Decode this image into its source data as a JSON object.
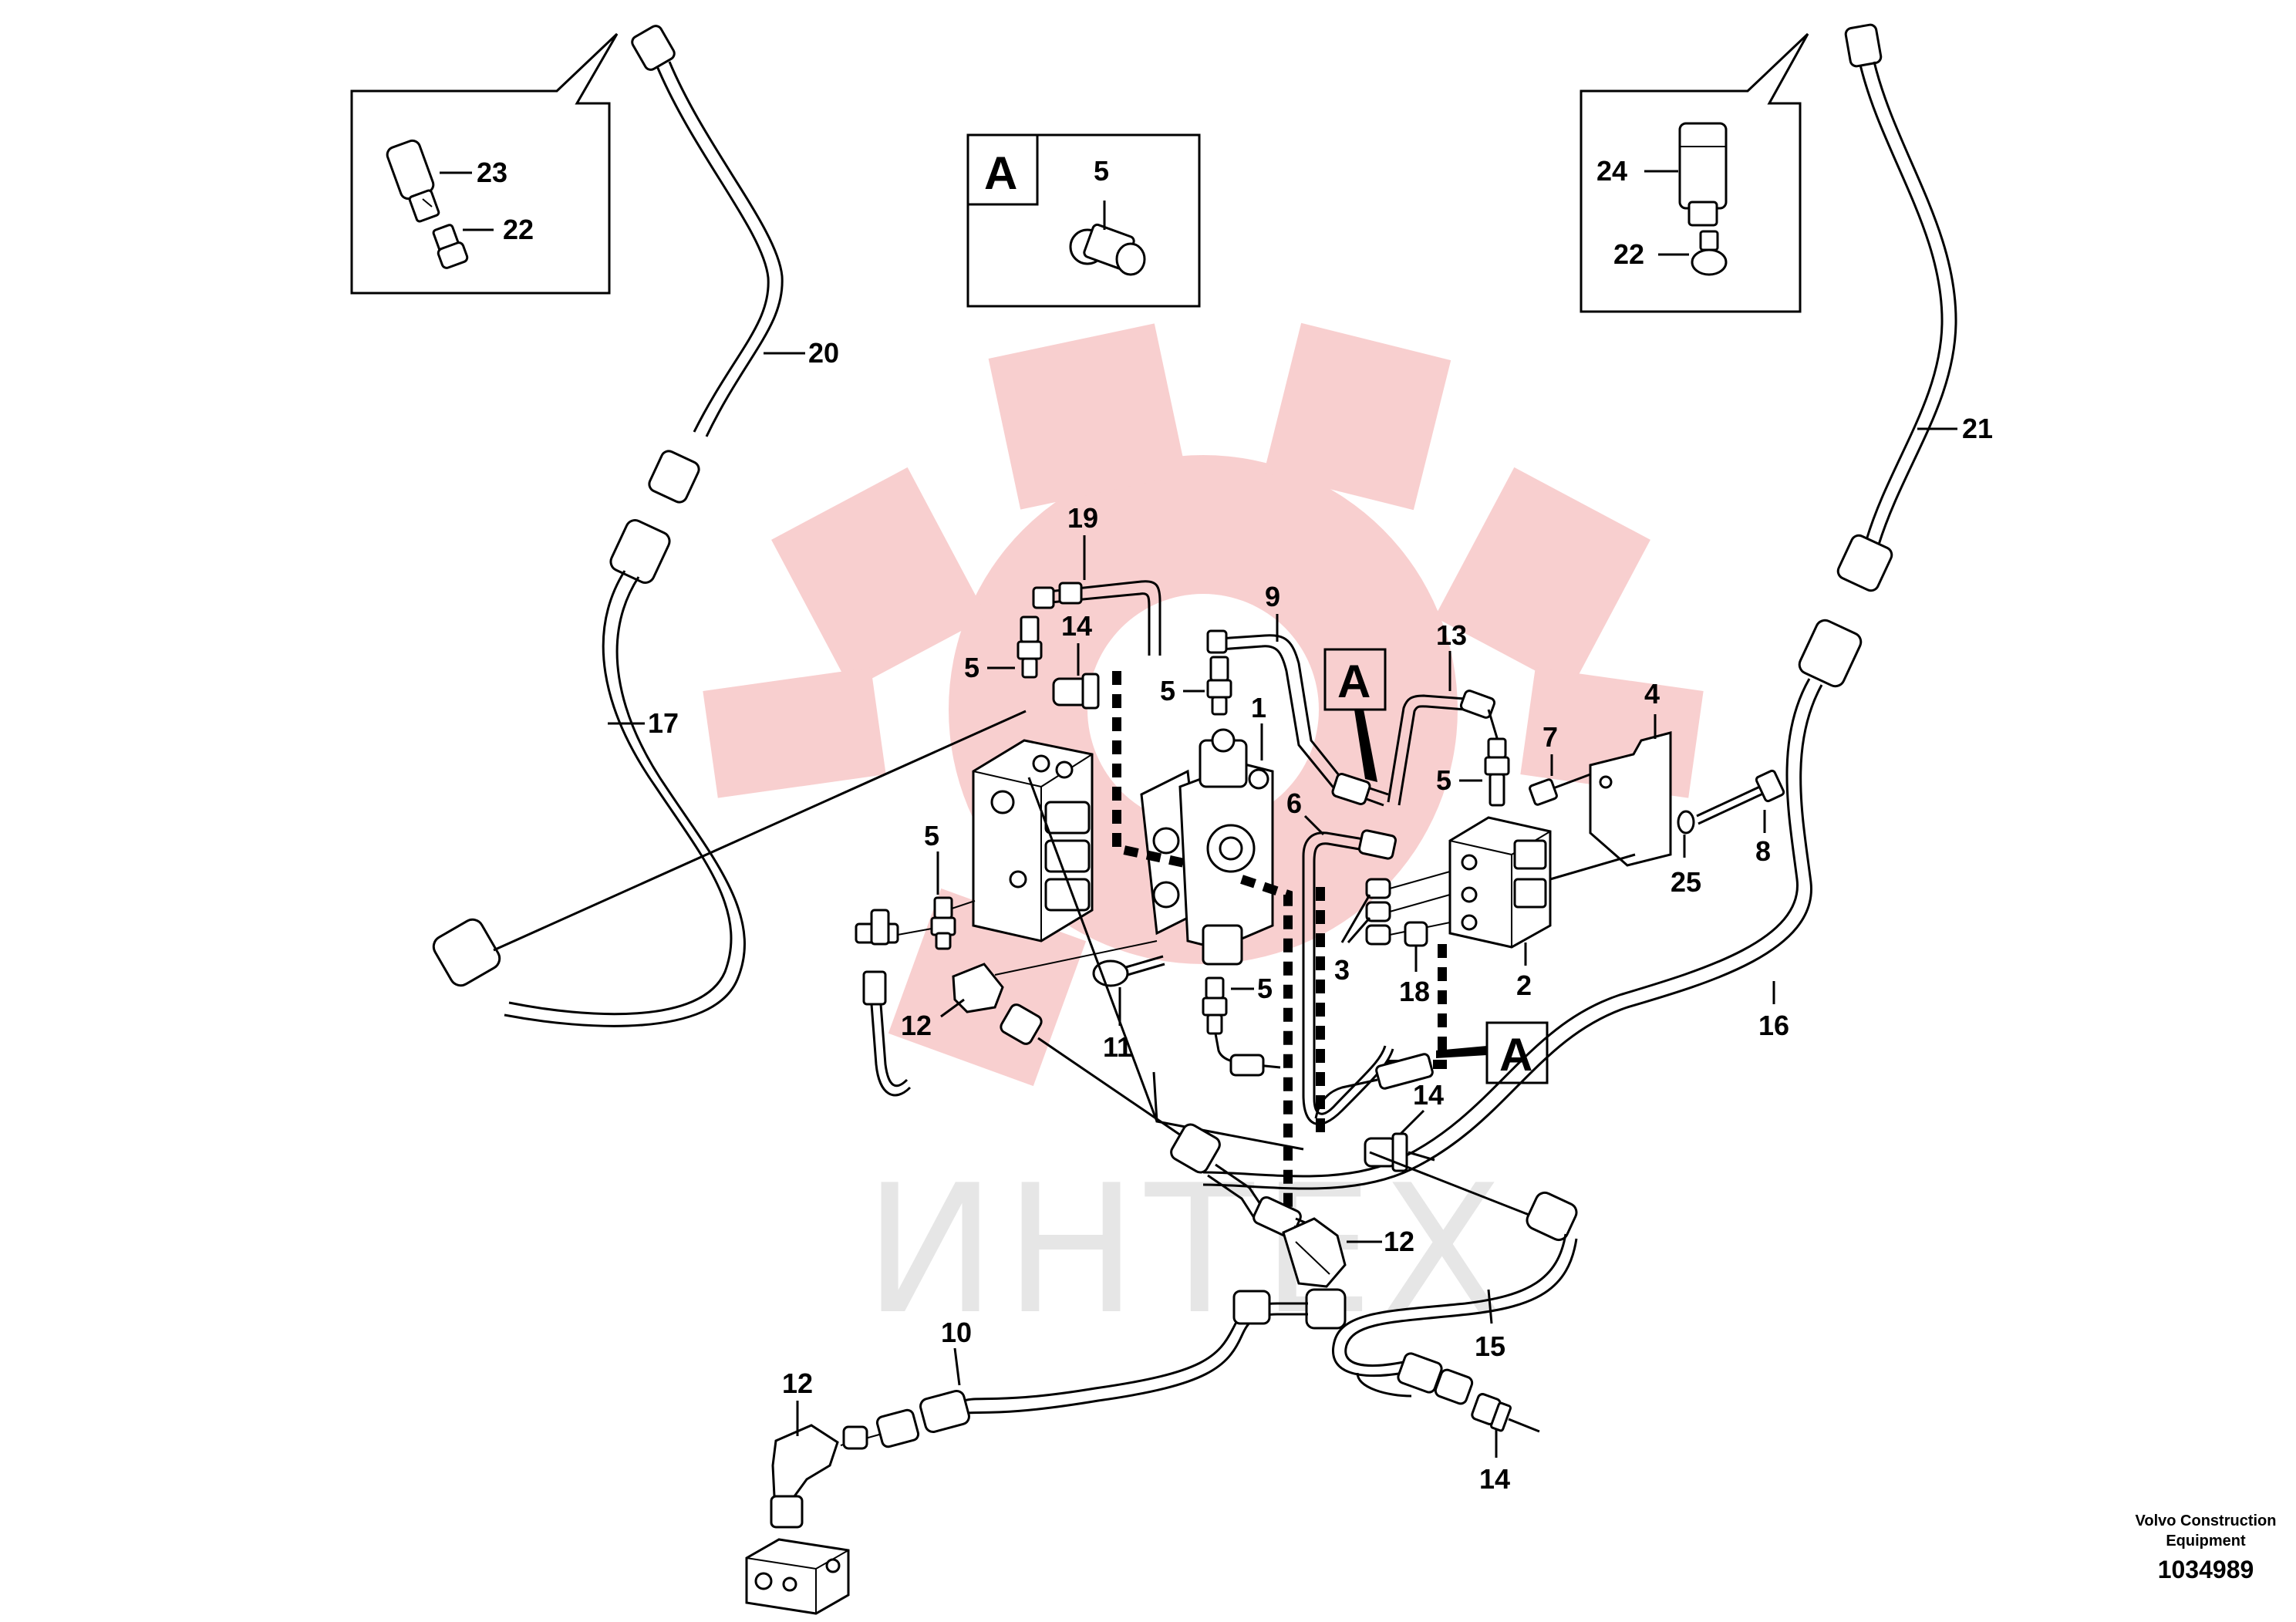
{
  "watermark": {
    "text": "ИНТЕХ",
    "color": "#f7c7c7"
  },
  "detail_boxes": [
    {
      "id": "left",
      "labels": [
        "23",
        "22"
      ]
    },
    {
      "id": "center",
      "letter": "A",
      "labels": [
        "5"
      ]
    },
    {
      "id": "right",
      "labels": [
        "24",
        "22"
      ]
    }
  ],
  "view_callouts": [
    "A",
    "A"
  ],
  "callouts": {
    "c1": "1",
    "c2": "2",
    "c3": "3",
    "c4": "4",
    "c5a": "5",
    "c5b": "5",
    "c5c": "5",
    "c5d": "5",
    "c5e": "5",
    "c6": "6",
    "c7": "7",
    "c8": "8",
    "c9": "9",
    "c10": "10",
    "c11": "11",
    "c12a": "12",
    "c12b": "12",
    "c12c": "12",
    "c13": "13",
    "c14a": "14",
    "c14b": "14",
    "c14c": "14",
    "c15": "15",
    "c16": "16",
    "c17": "17",
    "c18": "18",
    "c19": "19",
    "c20": "20",
    "c21": "21",
    "c25": "25"
  },
  "footer": {
    "company_line1": "Volvo Construction",
    "company_line2": "Equipment",
    "drawing_number": "1034989"
  }
}
